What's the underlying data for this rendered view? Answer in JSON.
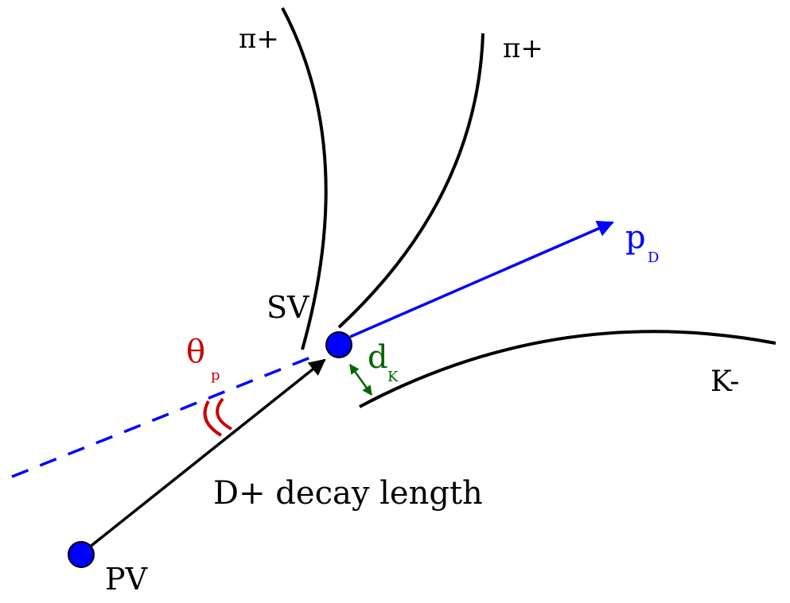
{
  "labels": {
    "pi_plus_left": "π+",
    "pi_plus_right": "π+",
    "p_d_main": "p",
    "p_d_sub": "D",
    "sv": "SV",
    "theta_main": "θ",
    "theta_sub": "p",
    "d_k_main": "d",
    "d_k_sub": "K",
    "k_minus": "K-",
    "decay_length": "D+ decay length",
    "pv": "PV"
  },
  "colors": {
    "vertex": "#0000ff",
    "momentum": "#0000ff",
    "theta": "#cc0000",
    "impact": "#006600",
    "track": "#000000"
  }
}
